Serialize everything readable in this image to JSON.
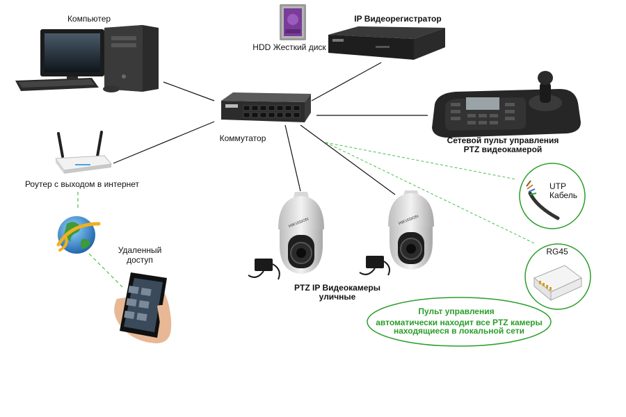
{
  "labels": {
    "computer": "Компьютер",
    "hdd": "HDD Жесткий диск",
    "nvr": "IP Видеорегистратор",
    "switch": "Коммутатор",
    "router": "Роутер с выходом в интернет",
    "remote_line1": "Удаленный",
    "remote_line2": "доступ",
    "keyboard_line1": "Сетевой пульт управления",
    "keyboard_line2": "PTZ видеокамерой",
    "cameras_line1": "PTZ IP Видеокамеры",
    "cameras_line2": "уличные",
    "utp_line1": "UTP",
    "utp_line2": "Кабель",
    "rg45": "RG45",
    "note_line1": "Пульт управления",
    "note_line2": "автоматически находит все PTZ камеры",
    "note_line3": "находящиеся в локальной сети"
  },
  "brand_text": "HIKVISION",
  "colors": {
    "wire": "#111111",
    "dashed_link": "#4bbf4b",
    "accent_green": "#2a9d2a",
    "hdd_purple": "#7a3c9a",
    "device_dark": "#1e1e1e",
    "camera_body": "#dcdcdc"
  }
}
